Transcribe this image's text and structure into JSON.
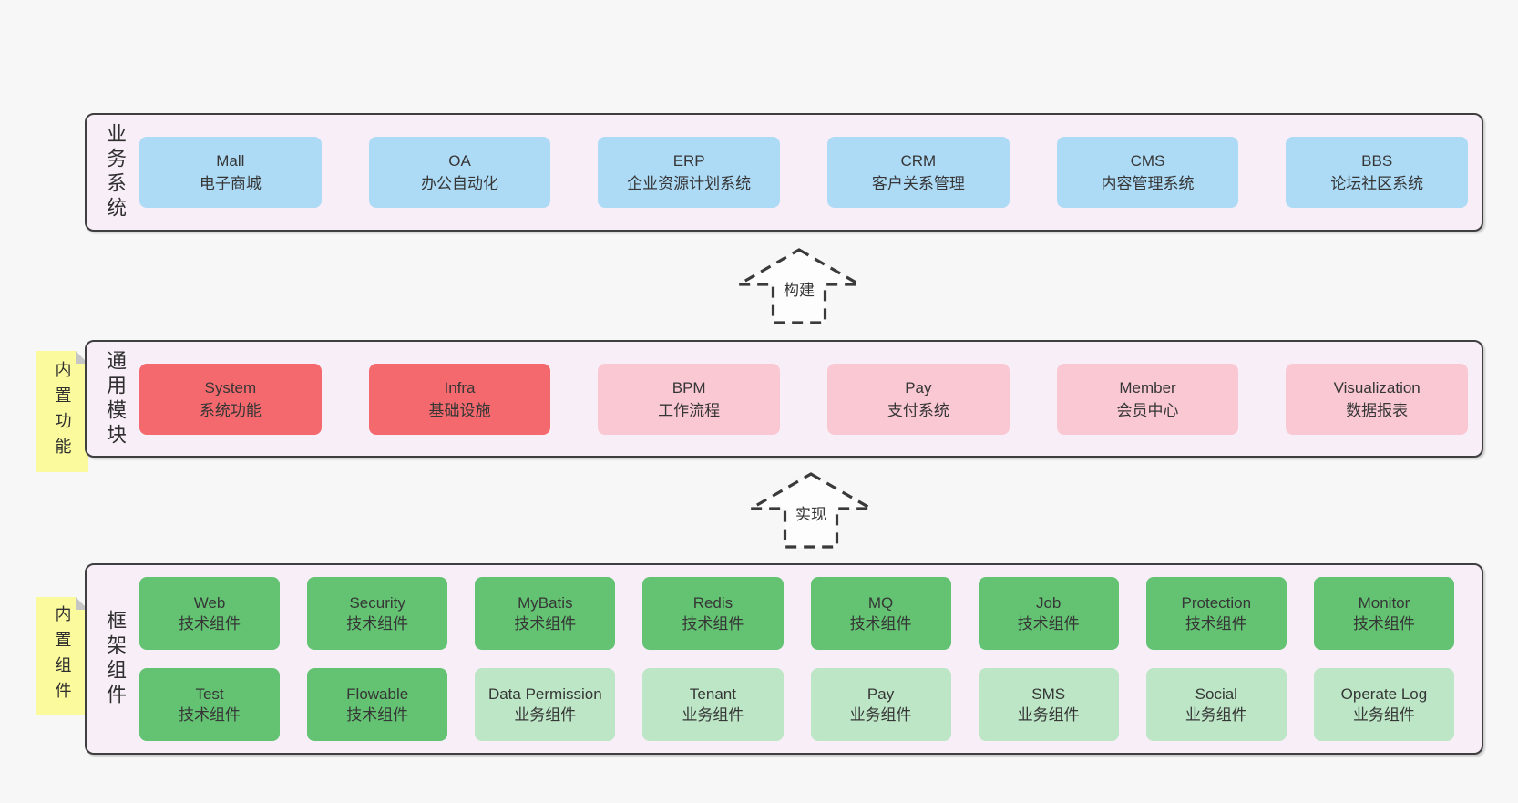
{
  "colors": {
    "page_bg": "#f7f7f7",
    "band_bg": "#f8eef7",
    "band_border": "#3f3f3f",
    "text": "#363636",
    "box_blue": "#addaf5",
    "box_red": "#f4696d",
    "box_pink": "#f9c8d3",
    "box_green": "#63c372",
    "box_light_green": "#bce6c6",
    "sticky_yellow": "#fbfb9e",
    "sticky_fold": "#c6c6c6",
    "arrow_stroke": "#3a3a3a"
  },
  "arrows": [
    {
      "label": "构建"
    },
    {
      "label": "实现"
    }
  ],
  "bands": [
    {
      "label": "业务系统",
      "boxes": [
        {
          "name": "Mall",
          "desc": "电子商城",
          "type": "blue"
        },
        {
          "name": "OA",
          "desc": "办公自动化",
          "type": "blue"
        },
        {
          "name": "ERP",
          "desc": "企业资源计划系统",
          "type": "blue"
        },
        {
          "name": "CRM",
          "desc": "客户关系管理",
          "type": "blue"
        },
        {
          "name": "CMS",
          "desc": "内容管理系统",
          "type": "blue"
        },
        {
          "name": "BBS",
          "desc": "论坛社区系统",
          "type": "blue"
        }
      ]
    },
    {
      "label": "通用模块",
      "sticky": "内置功能",
      "boxes": [
        {
          "name": "System",
          "desc": "系统功能",
          "type": "red"
        },
        {
          "name": "Infra",
          "desc": "基础设施",
          "type": "red"
        },
        {
          "name": "BPM",
          "desc": "工作流程",
          "type": "pink"
        },
        {
          "name": "Pay",
          "desc": "支付系统",
          "type": "pink"
        },
        {
          "name": "Member",
          "desc": "会员中心",
          "type": "pink"
        },
        {
          "name": "Visualization",
          "desc": "数据报表",
          "type": "pink"
        }
      ]
    },
    {
      "label": "框架组件",
      "sticky": "内置组件",
      "rows": [
        [
          {
            "name": "Web",
            "desc": "技术组件",
            "type": "green"
          },
          {
            "name": "Security",
            "desc": "技术组件",
            "type": "green"
          },
          {
            "name": "MyBatis",
            "desc": "技术组件",
            "type": "green"
          },
          {
            "name": "Redis",
            "desc": "技术组件",
            "type": "green"
          },
          {
            "name": "MQ",
            "desc": "技术组件",
            "type": "green"
          },
          {
            "name": "Job",
            "desc": "技术组件",
            "type": "green"
          },
          {
            "name": "Protection",
            "desc": "技术组件",
            "type": "green"
          },
          {
            "name": "Monitor",
            "desc": "技术组件",
            "type": "green"
          }
        ],
        [
          {
            "name": "Test",
            "desc": "技术组件",
            "type": "green"
          },
          {
            "name": "Flowable",
            "desc": "技术组件",
            "type": "green"
          },
          {
            "name": "Data Permission",
            "desc": "业务组件",
            "type": "light"
          },
          {
            "name": "Tenant",
            "desc": "业务组件",
            "type": "light"
          },
          {
            "name": "Pay",
            "desc": "业务组件",
            "type": "light"
          },
          {
            "name": "SMS",
            "desc": "业务组件",
            "type": "light"
          },
          {
            "name": "Social",
            "desc": "业务组件",
            "type": "light"
          },
          {
            "name": "Operate Log",
            "desc": "业务组件",
            "type": "light"
          }
        ]
      ]
    }
  ]
}
